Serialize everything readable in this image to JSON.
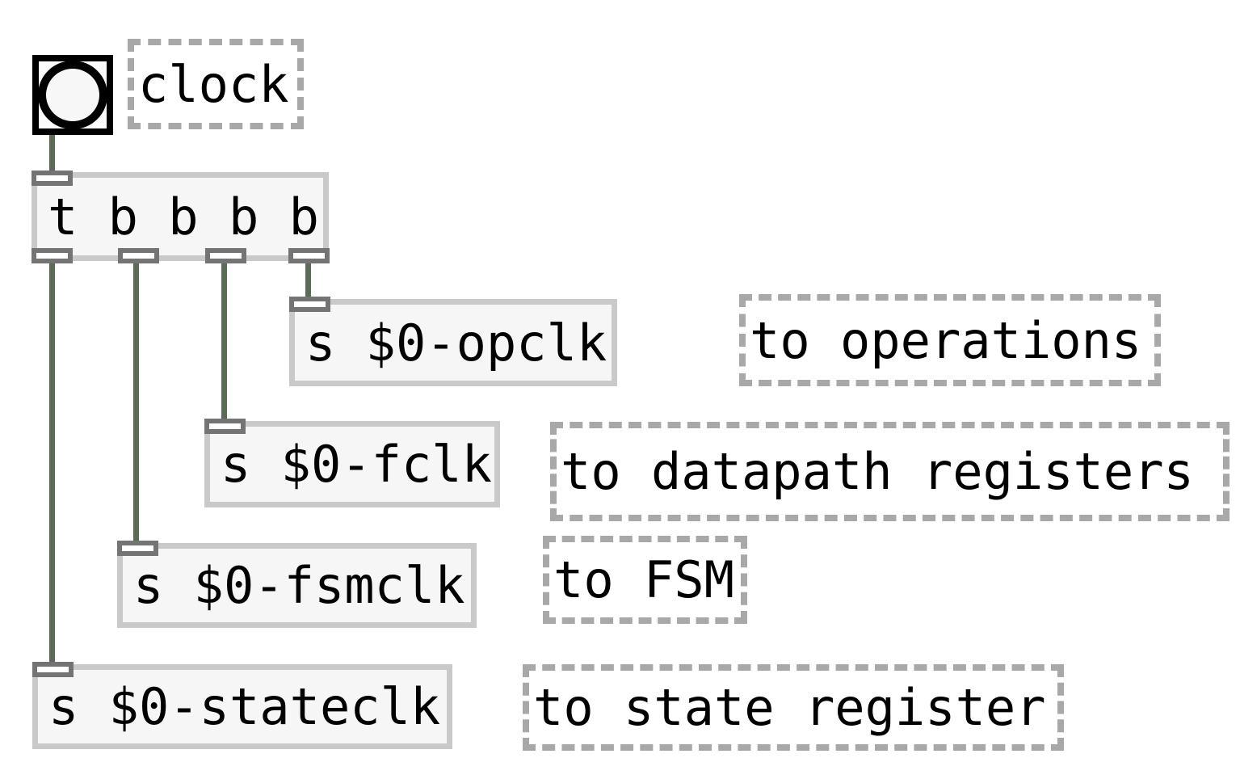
{
  "patch": {
    "bang": {
      "kind": "bang"
    },
    "trigger": {
      "text": "t b b b b"
    },
    "sends": {
      "opclk": {
        "text": "s $0-opclk"
      },
      "fclk": {
        "text": "s $0-fclk"
      },
      "fsmclk": {
        "text": "s $0-fsmclk"
      },
      "stateclk": {
        "text": "s $0-stateclk"
      }
    },
    "comments": {
      "clock": {
        "text": "clock"
      },
      "to_operations": {
        "text": "to operations"
      },
      "to_datapath_registers": {
        "text": "to datapath registers"
      },
      "to_fsm": {
        "text": "to FSM"
      },
      "to_state_register": {
        "text": "to state register"
      }
    },
    "colors": {
      "background": "#ffffff",
      "object_border": "#c9c9c9",
      "object_fill": "#f6f6f6",
      "comment_border": "#a8a8a8",
      "port_gray": "#747474",
      "wire_green": "#5c6a58",
      "text": "#000000",
      "bang_border": "#000000"
    }
  }
}
